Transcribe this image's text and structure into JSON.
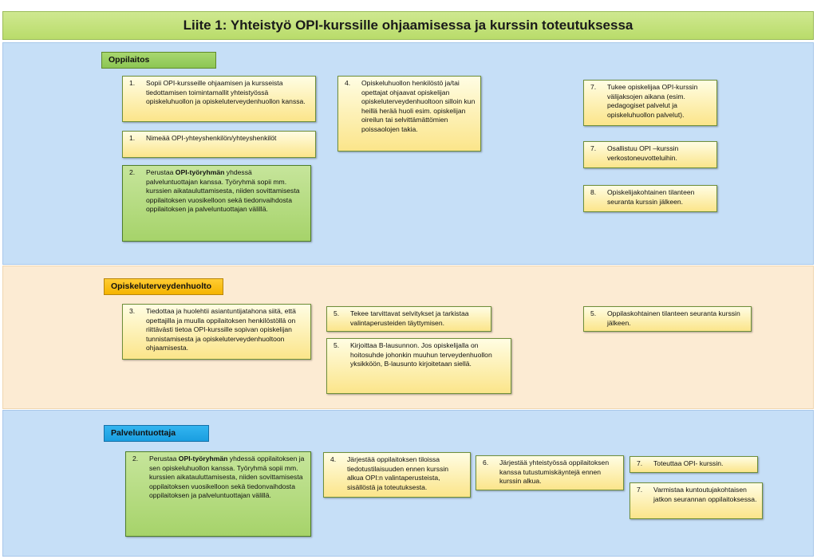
{
  "title": "Liite 1: Yhteistyö OPI-kurssille ohjaamisessa ja kurssin toteutuksessa",
  "sections": {
    "oppilaitos": {
      "label": "Oppilaitos",
      "boxes": [
        {
          "num": "1.",
          "text": "Sopii OPI-kursseille ohjaamisen ja kursseista tiedottamisen toimintamallit yhteistyössä opiskeluhuollon ja opiskeluterveydenhuollon kanssa."
        },
        {
          "num": "1.",
          "text": "Nimeää OPI-yhteyshenkilön/yhteyshenkilöt"
        },
        {
          "num": "2.",
          "pre": "Perustaa ",
          "bold": "OPI-työryhmän",
          "post": " yhdessä palveluntuottajan kanssa. Työryhmä sopii mm. kurssien aikatauluttamisesta, niiden sovittamisesta oppilaitoksen vuosikelloon sekä tiedonvaihdosta oppilaitoksen ja palveluntuottajan välillä."
        },
        {
          "num": "4.",
          "text": "Opiskeluhuollon henkilöstö ja/tai opettajat ohjaavat opiskelijan opiskeluterveydenhuoltoon silloin kun heillä herää huoli esim. opiskelijan oireilun tai selvittämättömien poissaolojen takia."
        },
        {
          "num": "7.",
          "text": "Tukee opiskelijaa OPI-kurssin välijaksojen aikana (esim. pedagogiset palvelut ja opiskeluhuollon palvelut)."
        },
        {
          "num": "7.",
          "text": "Osallistuu OPI –kurssin verkostoneuvotteluihin."
        },
        {
          "num": "8.",
          "text": "Opiskelijakohtainen tilanteen seuranta kurssin jälkeen."
        }
      ]
    },
    "opiskeluterveydenhuolto": {
      "label": "Opiskeluterveydenhuolto",
      "boxes": [
        {
          "num": "3.",
          "text": "Tiedottaa ja huolehtii asiantuntijatahona siitä, että opettajilla ja muulla oppilaitoksen henkilöstöllä on riittävästi tietoa  OPI-kurssille sopivan opiskelijan tunnistamisesta ja opiskeluterveydenhuoltoon ohjaamisesta."
        },
        {
          "num": "5.",
          "text": "Tekee tarvittavat selvitykset ja tarkistaa valintaperusteiden täyttymisen."
        },
        {
          "num": "5.",
          "text": "Kirjoittaa B-lausunnon. Jos opiskelijalla on hoitosuhde johonkin muuhun terveydenhuollon yksikköön, B-lausunto kirjoitetaan siellä."
        },
        {
          "num": "5.",
          "text": "Oppilaskohtainen tilanteen seuranta kurssin jälkeen."
        }
      ]
    },
    "palveluntuottaja": {
      "label": "Palveluntuottaja",
      "boxes": [
        {
          "num": "2.",
          "pre": "Perustaa ",
          "bold": "OPI-työryhmän",
          "post": " yhdessä oppilaitoksen ja sen opiskeluhuollon kanssa. Työryhmä sopii mm. kurssien aikatauluttamisesta, niiden sovittamisesta oppilaitoksen vuosikelloon sekä tiedonvaihdosta oppilaitoksen ja palveluntuottajan välillä."
        },
        {
          "num": "4.",
          "text": "Järjestää oppilaitoksen tiloissa tiedotustilaisuuden ennen kurssin alkua OPI:n valintaperusteista, sisällöstä ja toteutuksesta."
        },
        {
          "num": "6.",
          "text": "Järjestää yhteistyössä oppilaitoksen kanssa tutustumiskäyntejä ennen kurssin alkua."
        },
        {
          "num": "7.",
          "text": "Toteuttaa OPI- kurssin."
        },
        {
          "num": "7.",
          "text": "Varmistaa kuntoutujakohtaisen jatkon seurannan oppilaitoksessa."
        }
      ]
    }
  },
  "colors": {
    "title_bg": "#c2e07a",
    "band_blue": "#c6dff7",
    "band_peach": "#fcebd3",
    "box_yellow": "#fbe58a",
    "box_green": "#a6d36a",
    "tag_green": "#8cc653",
    "tag_orange": "#f5b400",
    "tag_blue": "#1a9ee0"
  }
}
